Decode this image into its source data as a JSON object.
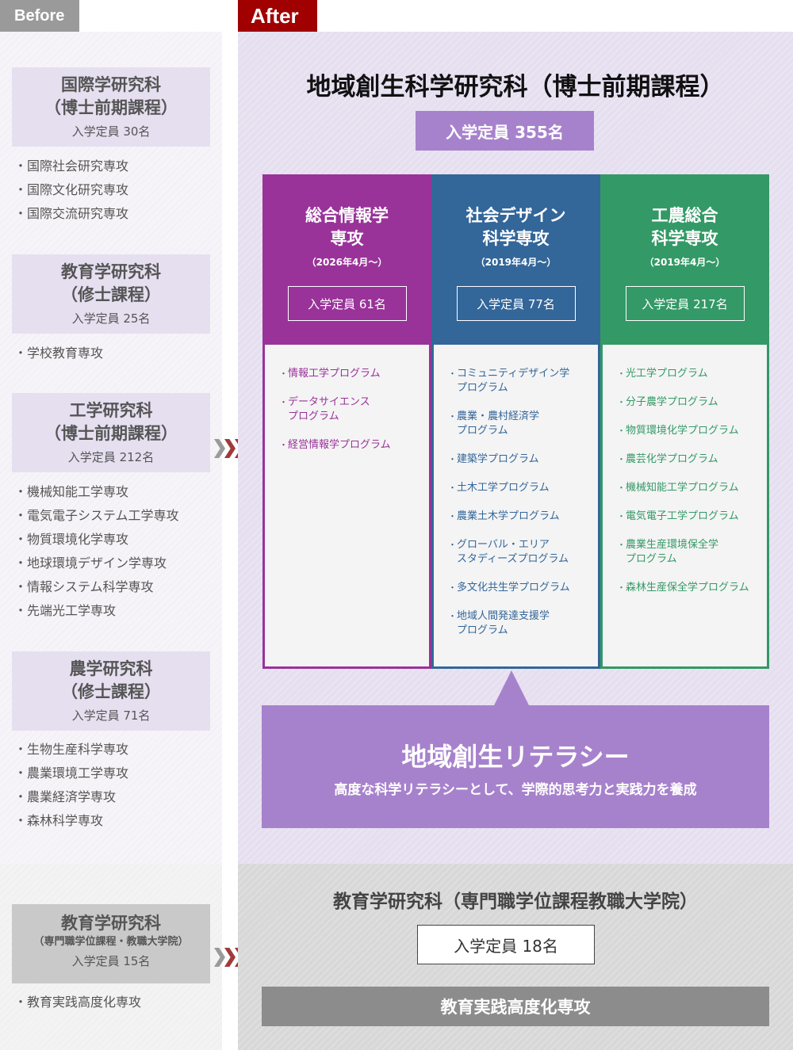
{
  "tags": {
    "before": "Before",
    "after": "After"
  },
  "before": {
    "groups": [
      {
        "title": "国際学研究科",
        "subtitle": "（博士前期課程）",
        "capacity": "入学定員 30名",
        "majors": [
          "国際社会研究専攻",
          "国際文化研究専攻",
          "国際交流研究専攻"
        ]
      },
      {
        "title": "教育学研究科",
        "subtitle": "（修士課程）",
        "capacity": "入学定員 25名",
        "majors": [
          "学校教育専攻"
        ]
      },
      {
        "title": "工学研究科",
        "subtitle": "（博士前期課程）",
        "capacity": "入学定員 212名",
        "majors": [
          "機械知能工学専攻",
          "電気電子システム工学専攻",
          "物質環境化学専攻",
          "地球環境デザイン学専攻",
          "情報システム科学専攻",
          "先端光工学専攻"
        ]
      },
      {
        "title": "農学研究科",
        "subtitle": "（修士課程）",
        "capacity": "入学定員 71名",
        "majors": [
          "生物生産科学専攻",
          "農業環境工学専攻",
          "農業経済学専攻",
          "森林科学専攻"
        ]
      },
      {
        "title": "教育学研究科",
        "subtitle": "（専門職学位課程・教職大学院）",
        "capacity": "入学定員 15名",
        "majors": [
          "教育実践高度化専攻"
        ]
      }
    ]
  },
  "after": {
    "title": "地域創生科学研究科（博士前期課程）",
    "total_capacity": "入学定員 355名",
    "columns": [
      {
        "name_line1": "総合情報学",
        "name_line2": "専攻",
        "date": "（2026年4月～）",
        "capacity": "入学定員 61名",
        "color": "#993399",
        "programs": [
          "情報工学プログラム",
          "データサイエンス\nプログラム",
          "経営情報学プログラム"
        ]
      },
      {
        "name_line1": "社会デザイン",
        "name_line2": "科学専攻",
        "date": "（2019年4月～）",
        "capacity": "入学定員 77名",
        "color": "#336699",
        "programs": [
          "コミュニティデザイン学\nプログラム",
          "農業・農村経済学\nプログラム",
          "建築学プログラム",
          "土木工学プログラム",
          "農業土木学プログラム",
          "グローバル・エリア\nスタディーズプログラム",
          "多文化共生学プログラム",
          "地域人間発達支援学\nプログラム"
        ]
      },
      {
        "name_line1": "工農総合",
        "name_line2": "科学専攻",
        "date": "（2019年4月～）",
        "capacity": "入学定員 217名",
        "color": "#339966",
        "programs": [
          "光工学プログラム",
          "分子農学プログラム",
          "物質環境化学プログラム",
          "農芸化学プログラム",
          "機械知能工学プログラム",
          "電気電子工学プログラム",
          "農業生産環境保全学\nプログラム",
          "森林生産保全学プログラム"
        ]
      }
    ],
    "literacy": {
      "title": "地域創生リテラシー",
      "subtitle": "高度な科学リテラシーとして、学際的思考力と実践力を養成"
    },
    "professional": {
      "title": "教育学研究科（専門職学位課程教職大学院）",
      "capacity": "入学定員 18名",
      "major": "教育実践高度化専攻"
    }
  },
  "colors": {
    "after_tag": "#a00000",
    "before_tag": "#9a9a9a",
    "literacy": "#a782cc",
    "lavender_bg": "#e6dff0",
    "gray_bg": "#d8d8d8"
  }
}
